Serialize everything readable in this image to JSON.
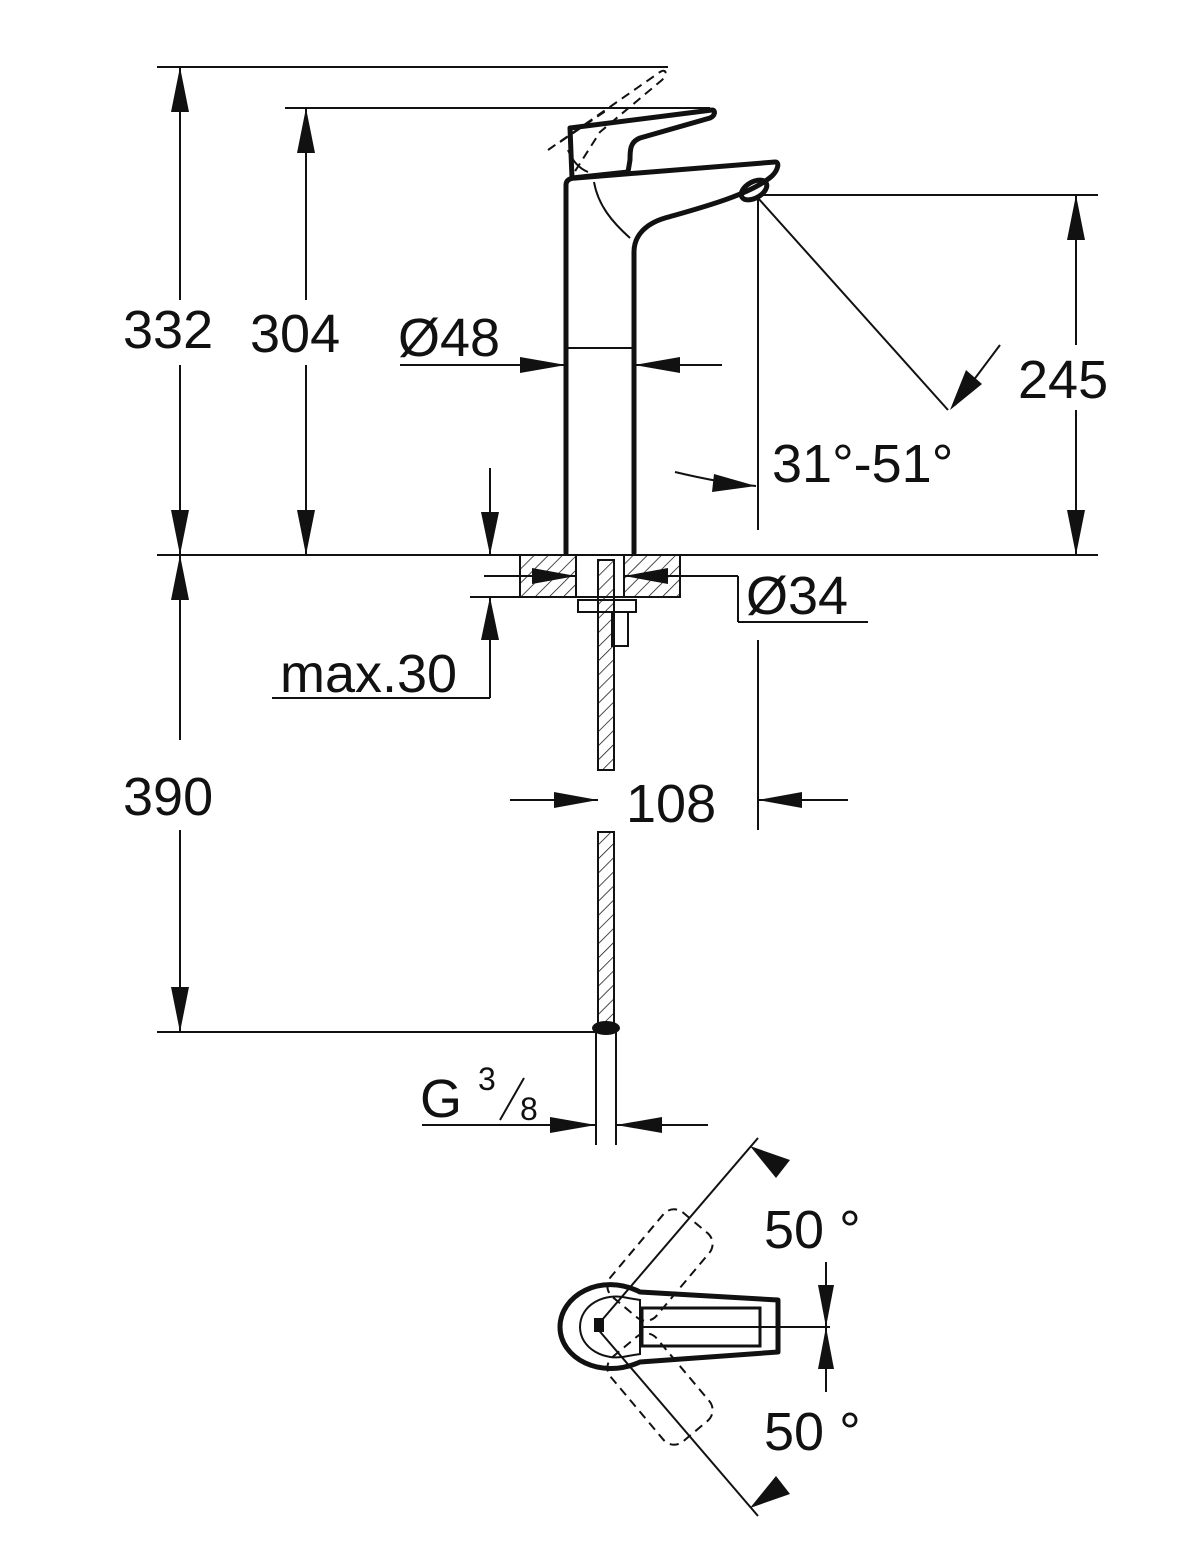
{
  "dimensions": {
    "total_height": "332",
    "lever_height": "304",
    "body_diameter": "Ø48",
    "spout_height": "245",
    "spout_angle": "31°-51°",
    "hole_diameter": "Ø34",
    "max_thickness": "max.30",
    "hose_length": "390",
    "spout_reach": "108",
    "connection_prefix": "G",
    "connection_num": "3",
    "connection_den": "8",
    "lever_angle_top": "50 °",
    "lever_angle_bottom": "50 °"
  },
  "colors": {
    "ink": "#111111",
    "background": "#ffffff"
  }
}
